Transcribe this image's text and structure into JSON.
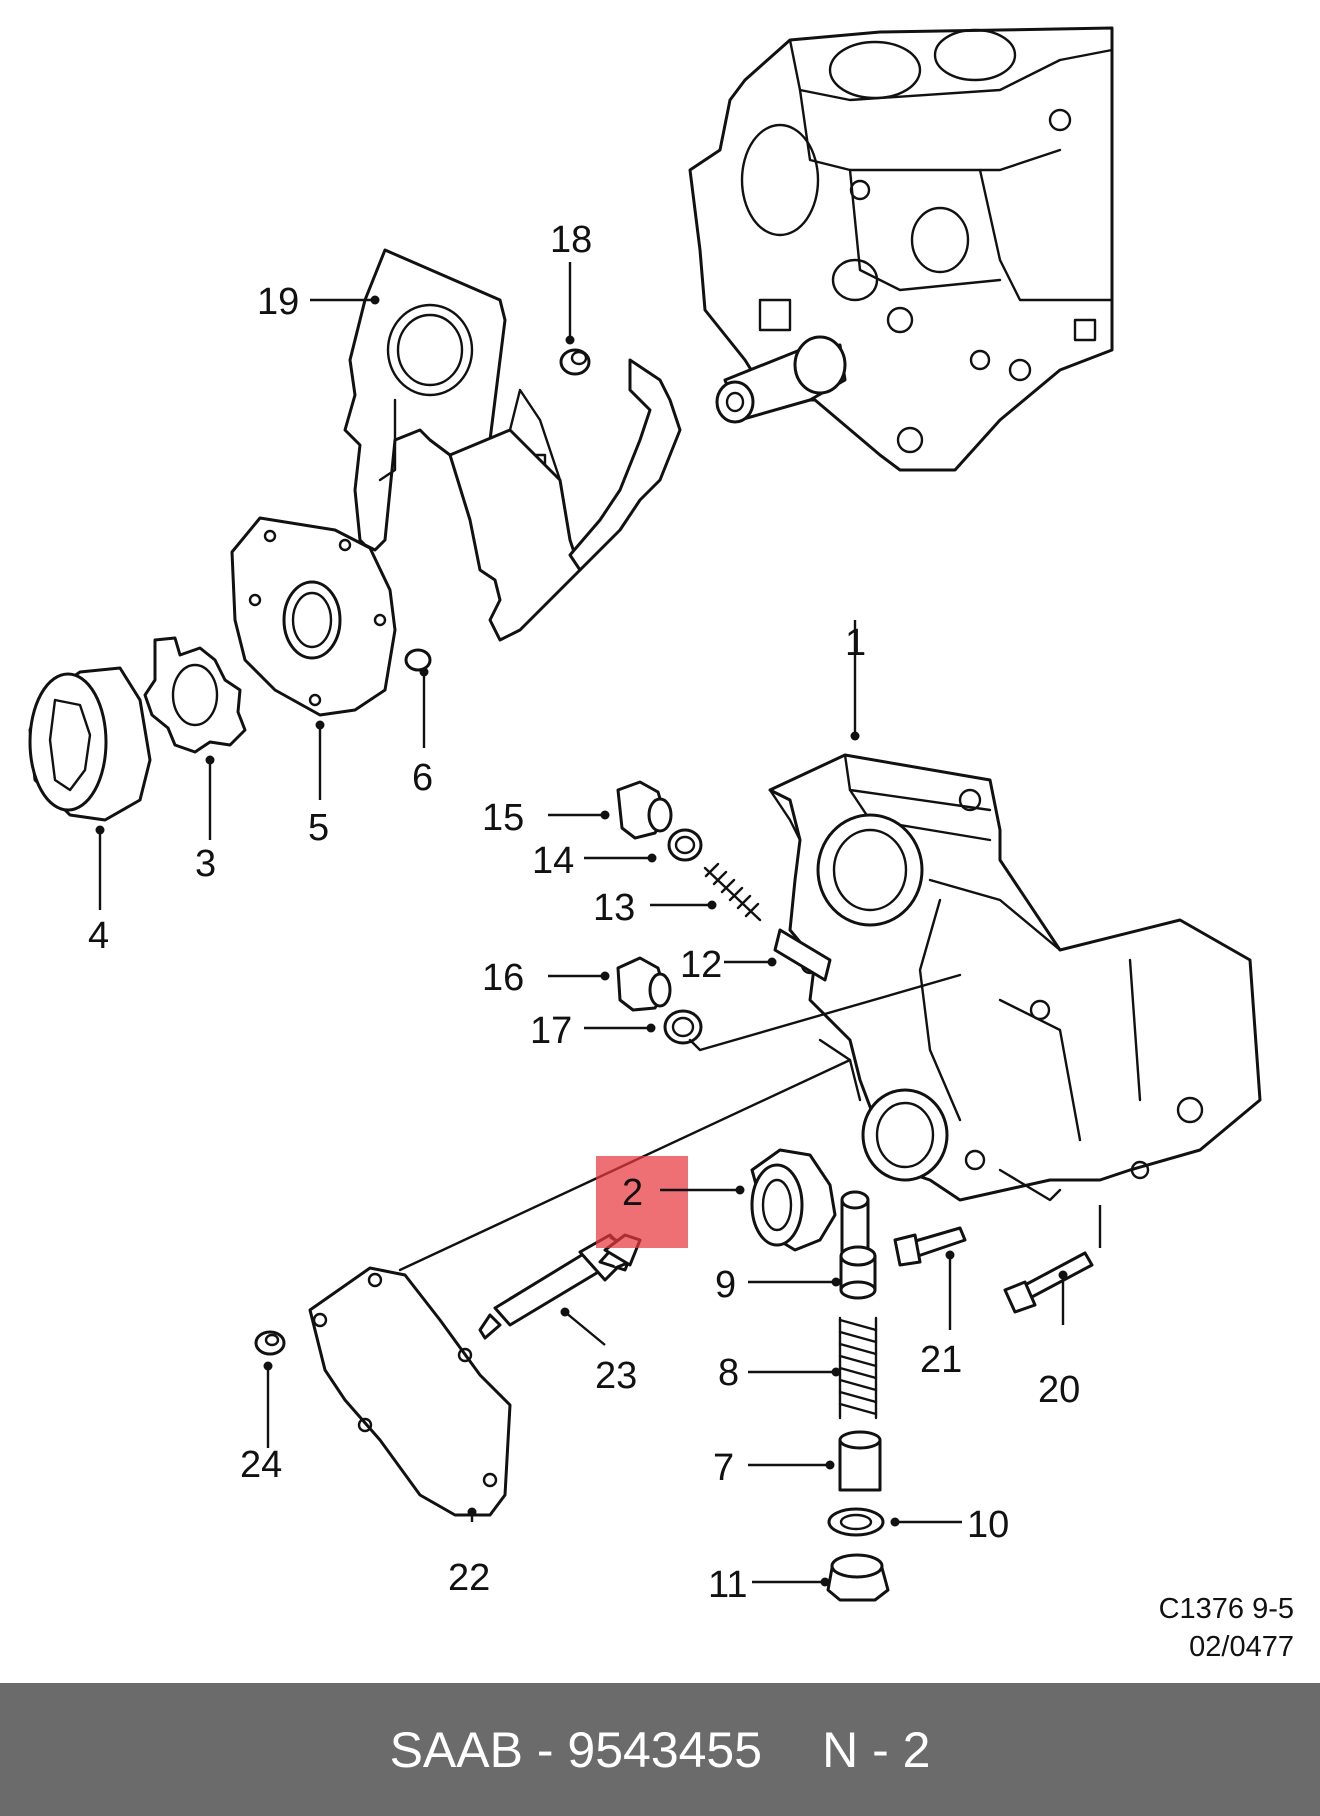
{
  "callouts": [
    {
      "id": "1",
      "text": "1"
    },
    {
      "id": "2",
      "text": "2"
    },
    {
      "id": "3",
      "text": "3"
    },
    {
      "id": "4",
      "text": "4"
    },
    {
      "id": "5",
      "text": "5"
    },
    {
      "id": "6",
      "text": "6"
    },
    {
      "id": "7",
      "text": "7"
    },
    {
      "id": "8",
      "text": "8"
    },
    {
      "id": "9",
      "text": "9"
    },
    {
      "id": "10",
      "text": "10"
    },
    {
      "id": "11",
      "text": "11"
    },
    {
      "id": "12",
      "text": "12"
    },
    {
      "id": "13",
      "text": "13"
    },
    {
      "id": "14",
      "text": "14"
    },
    {
      "id": "15",
      "text": "15"
    },
    {
      "id": "16",
      "text": "16"
    },
    {
      "id": "17",
      "text": "17"
    },
    {
      "id": "18",
      "text": "18"
    },
    {
      "id": "19",
      "text": "19"
    },
    {
      "id": "20",
      "text": "20"
    },
    {
      "id": "21",
      "text": "21"
    },
    {
      "id": "22",
      "text": "22"
    },
    {
      "id": "23",
      "text": "23"
    },
    {
      "id": "24",
      "text": "24"
    }
  ],
  "highlighted_callout": "2",
  "diagram_code": {
    "line1": "C1376 9-5",
    "line2": "02/0477"
  },
  "footer": {
    "brand_part": "SAAB - 9543455",
    "position": "N - 2"
  },
  "colors": {
    "highlight": "#e8393f",
    "footer_bg": "#6b6b6b",
    "footer_text": "#ffffff"
  }
}
